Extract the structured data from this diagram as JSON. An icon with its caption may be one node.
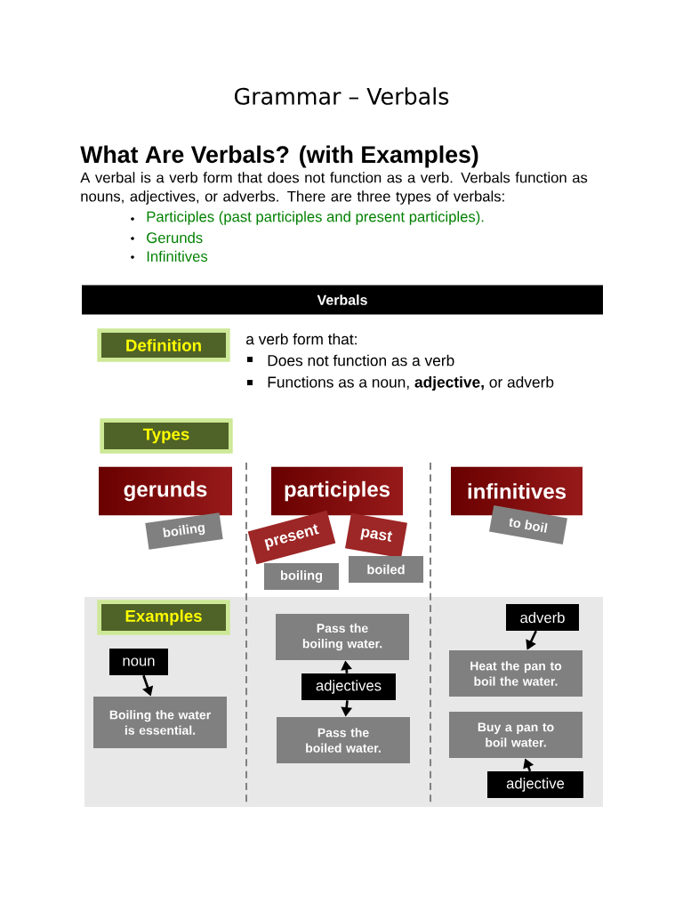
{
  "diagram": {
    "title": "Grammar – Verbals",
    "nodes": [
      {
        "text": [
          "Verbals"
        ]
      },
      {
        "text": [
          "Definition"
        ]
      },
      {
        "text": [
          "Types"
        ]
      },
      {
        "text": [
          "gerunds"
        ]
      },
      {
        "text": [
          "participles"
        ]
      },
      {
        "text": [
          "infinitives"
        ]
      },
      {
        "text": [
          "boiling"
        ]
      },
      {
        "text": [
          "present"
        ]
      },
      {
        "text": [
          "past"
        ]
      },
      {
        "text": [
          "boiling"
        ]
      },
      {
        "text": [
          "boiled"
        ]
      },
      {
        "text": [
          "to boil"
        ]
      },
      {
        "text": [
          "Examples"
        ]
      },
      {
        "text": [
          "noun"
        ]
      },
      {
        "text": [
          "Boiling the water is essential."
        ]
      },
      {
        "text": [
          "Pass the boiling water."
        ]
      },
      {
        "text": [
          "adjectives"
        ]
      },
      {
        "text": [
          "Pass the boiled water."
        ]
      },
      {
        "text": [
          "adverb"
        ]
      },
      {
        "text": [
          "Heat the pan to boil the water."
        ]
      },
      {
        "text": [
          "Buy a pan to boil water."
        ]
      },
      {
        "text": [
          "adjective"
        ]
      }
    ],
    "edges": [
      {
        "from": 13,
        "to": 14,
        "arrow": "to"
      },
      {
        "from": 16,
        "to": 15,
        "arrow": "to"
      },
      {
        "from": 16,
        "to": 17,
        "arrow": "to"
      },
      {
        "from": 18,
        "to": 19,
        "arrow": "to"
      },
      {
        "from": 21,
        "to": 20,
        "arrow": "to"
      }
    ],
    "labels": [
      "What Are Verbals? (with Examples)",
      "A verbal is a verb form that does not function as a verb. Verbals function as nouns, adjectives, or adverbs. There are three types of verbals:",
      "Participles (past participles and present participles).",
      "Gerunds",
      "Infinitives",
      "a verb form that:",
      "Does not function as a verb",
      "Functions as a noun, **adjective,** or adverb"
    ]
  }
}
